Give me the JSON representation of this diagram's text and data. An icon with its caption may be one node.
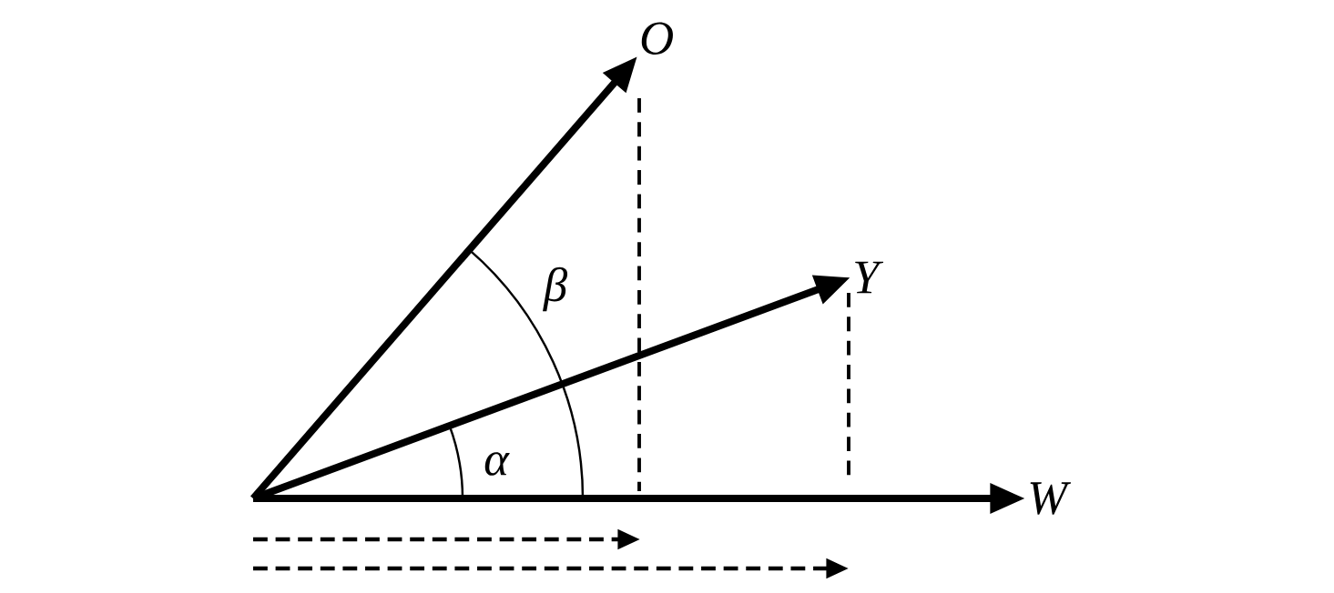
{
  "diagram": {
    "nodes": [
      {
        "text": [
          "O"
        ]
      },
      {
        "text": [
          "Y"
        ]
      },
      {
        "text": [
          "W"
        ]
      }
    ],
    "edges": [
      {
        "from": null,
        "to": 0,
        "arrow": "to"
      },
      {
        "from": null,
        "to": 1,
        "arrow": "to"
      },
      {
        "from": null,
        "to": 2,
        "arrow": "to"
      }
    ],
    "labels": [
      "β",
      "α"
    ]
  }
}
